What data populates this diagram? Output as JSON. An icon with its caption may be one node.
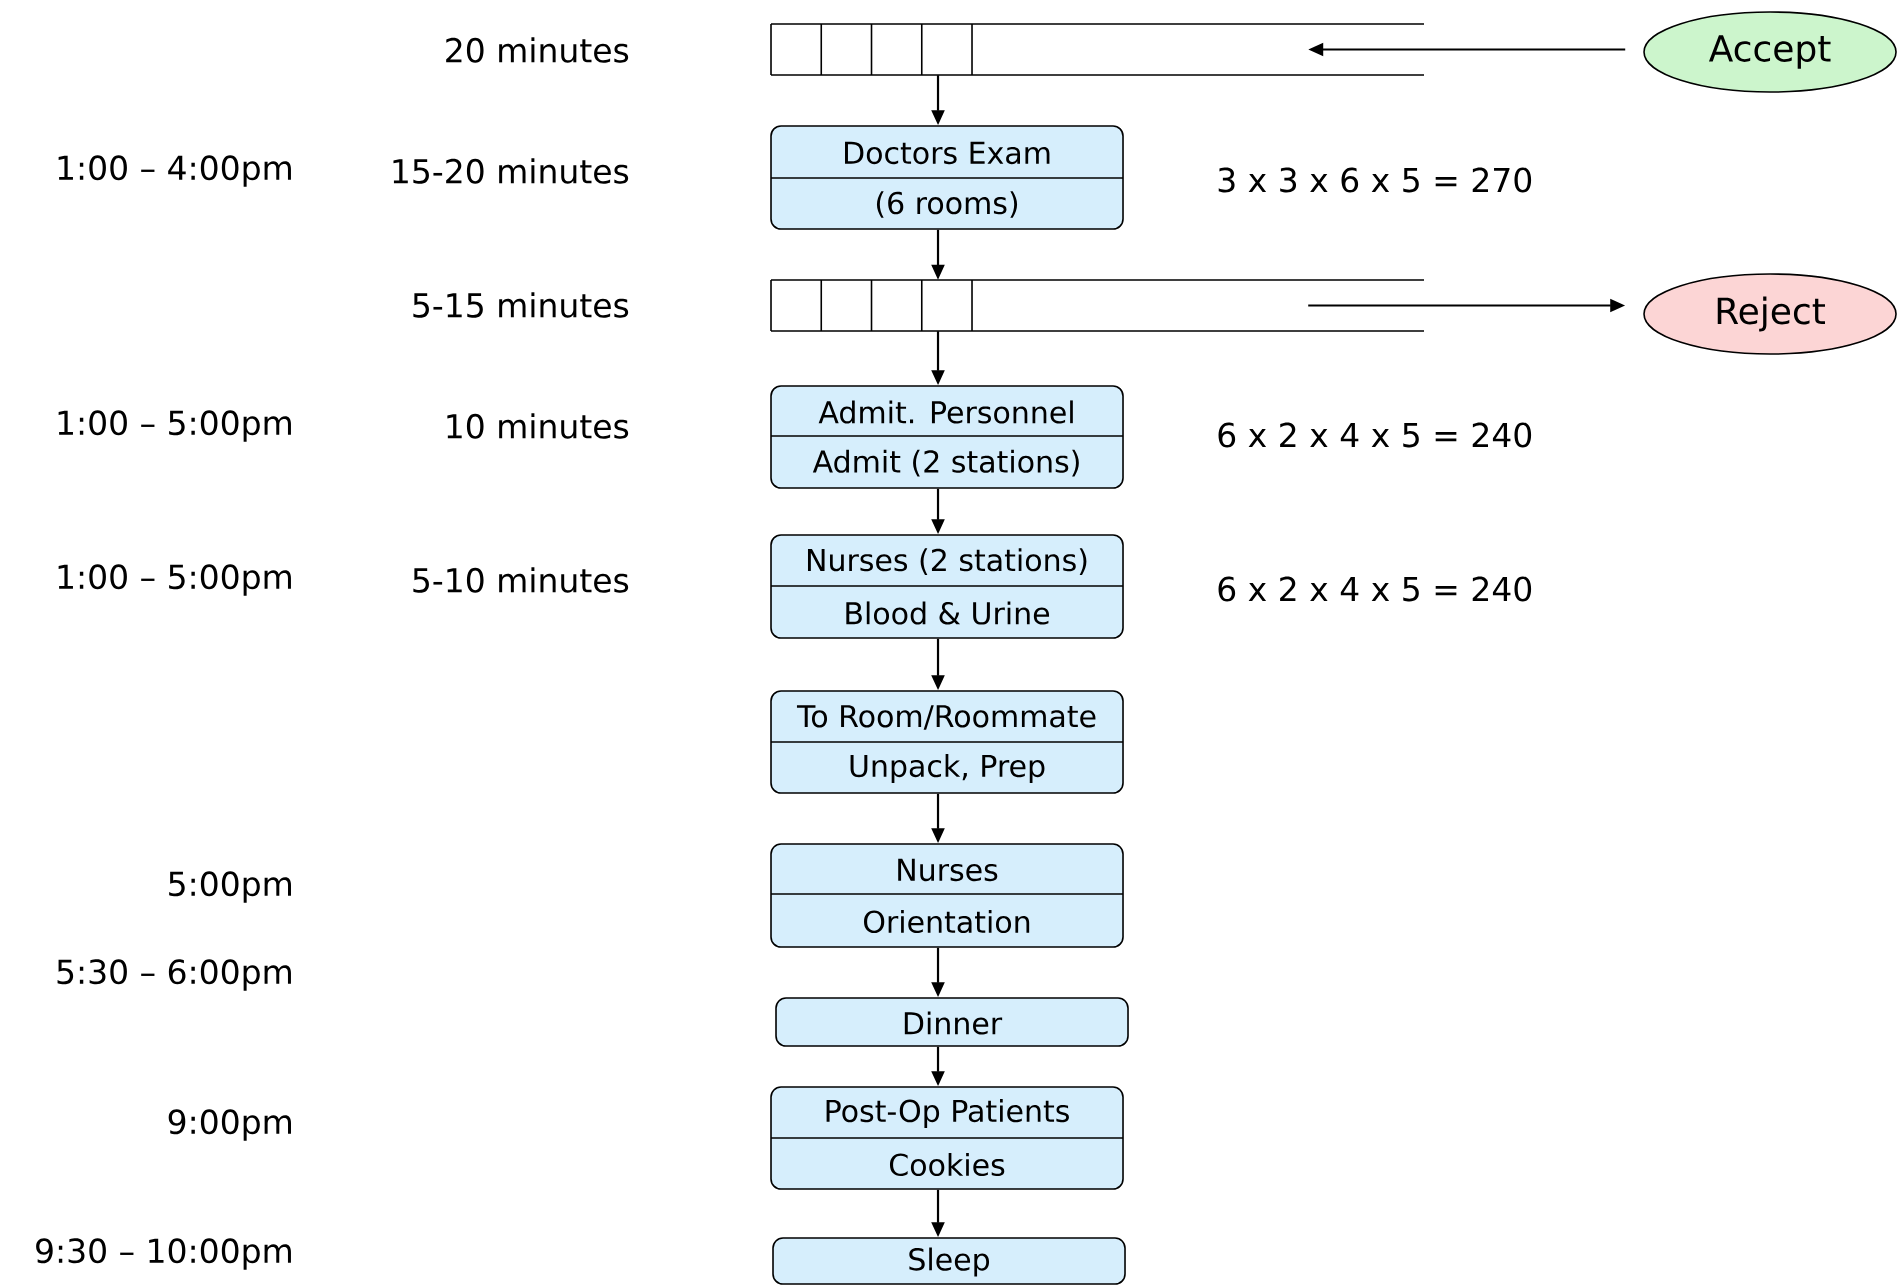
{
  "diagram": {
    "nodes": [
      {
        "text": [],
        "shape": "box"
      },
      {
        "text": [
          "Accept"
        ]
      },
      {
        "text": [
          "Doctors Exam",
          "(6 rooms)"
        ]
      },
      {
        "text": [],
        "shape": "box"
      },
      {
        "text": [
          "Reject"
        ]
      },
      {
        "text": [
          "Admit. Personnel",
          "Admit (2 stations)"
        ]
      },
      {
        "text": [
          "Nurses (2 stations)",
          "Blood & Urine"
        ]
      },
      {
        "text": [
          "To Room/Roommate",
          "Unpack, Prep"
        ]
      },
      {
        "text": [
          "Nurses",
          "Orientation"
        ]
      },
      {
        "text": [
          "Dinner"
        ]
      },
      {
        "text": [
          "Post-Op Patients",
          "Cookies"
        ]
      },
      {
        "text": [
          "Sleep"
        ]
      }
    ],
    "labels": [
      "20 minutes",
      "1:00 – 4:00pm",
      "15-20 minutes",
      "3 x 3 x 6 x 5 = 270",
      "5-15 minutes",
      "1:00 – 5:00pm",
      "10 minutes",
      "6 x 2 x 4 x 5 = 240",
      "1:00 – 5:00pm",
      "5-10 minutes",
      "6 x 2 x 4 x 5 = 240",
      "5:00pm",
      "5:30 – 6:00pm",
      "9:00pm",
      "9:30 – 10:00pm"
    ],
    "edges": [
      {
        "from": 1,
        "to": 0,
        "arrow": "to"
      },
      {
        "from": 0,
        "to": 2,
        "arrow": "to"
      },
      {
        "from": 2,
        "to": 3,
        "arrow": "to"
      },
      {
        "from": 3,
        "to": 4,
        "arrow": "to"
      },
      {
        "from": 3,
        "to": 5,
        "arrow": "to"
      },
      {
        "from": 5,
        "to": 6,
        "arrow": "to"
      },
      {
        "from": 6,
        "to": 7,
        "arrow": "to"
      },
      {
        "from": 7,
        "to": 8,
        "arrow": "to"
      },
      {
        "from": 8,
        "to": 9,
        "arrow": "to"
      },
      {
        "from": 9,
        "to": 10,
        "arrow": "to"
      },
      {
        "from": 10,
        "to": 11,
        "arrow": "to"
      }
    ]
  }
}
